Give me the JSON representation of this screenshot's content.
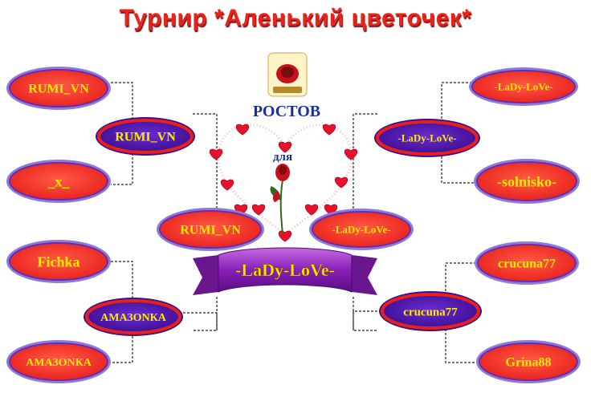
{
  "title": "Турнир *Аленький цветочек*",
  "city": "РОСТОВ",
  "for_label": "для",
  "winner": "-LaDy-LoVe-",
  "left": {
    "round1": [
      "RUMI_VN",
      "_x_",
      "Fichka",
      "АМАЗОNКА"
    ],
    "round2": [
      "RUMI_VN",
      "АМАЗОNКА"
    ],
    "semifinal": "RUMI_VN"
  },
  "right": {
    "round1": [
      "-LaDy-LoVe-",
      "-solnisko-",
      "crucuna77",
      "Grina88"
    ],
    "round2": [
      "-LaDy-LoVe-",
      "crucuna77"
    ],
    "semifinal": "-LaDy-LoVe-"
  },
  "colors": {
    "title": "#e8241a",
    "oval_fill": "#ff3d2e",
    "oval_border": "#6a2bb0",
    "oval_outer": "#8e7bd6",
    "name_text": "#ffe800",
    "ribbon": "#8a1fb8",
    "heart": "#e8102a"
  }
}
